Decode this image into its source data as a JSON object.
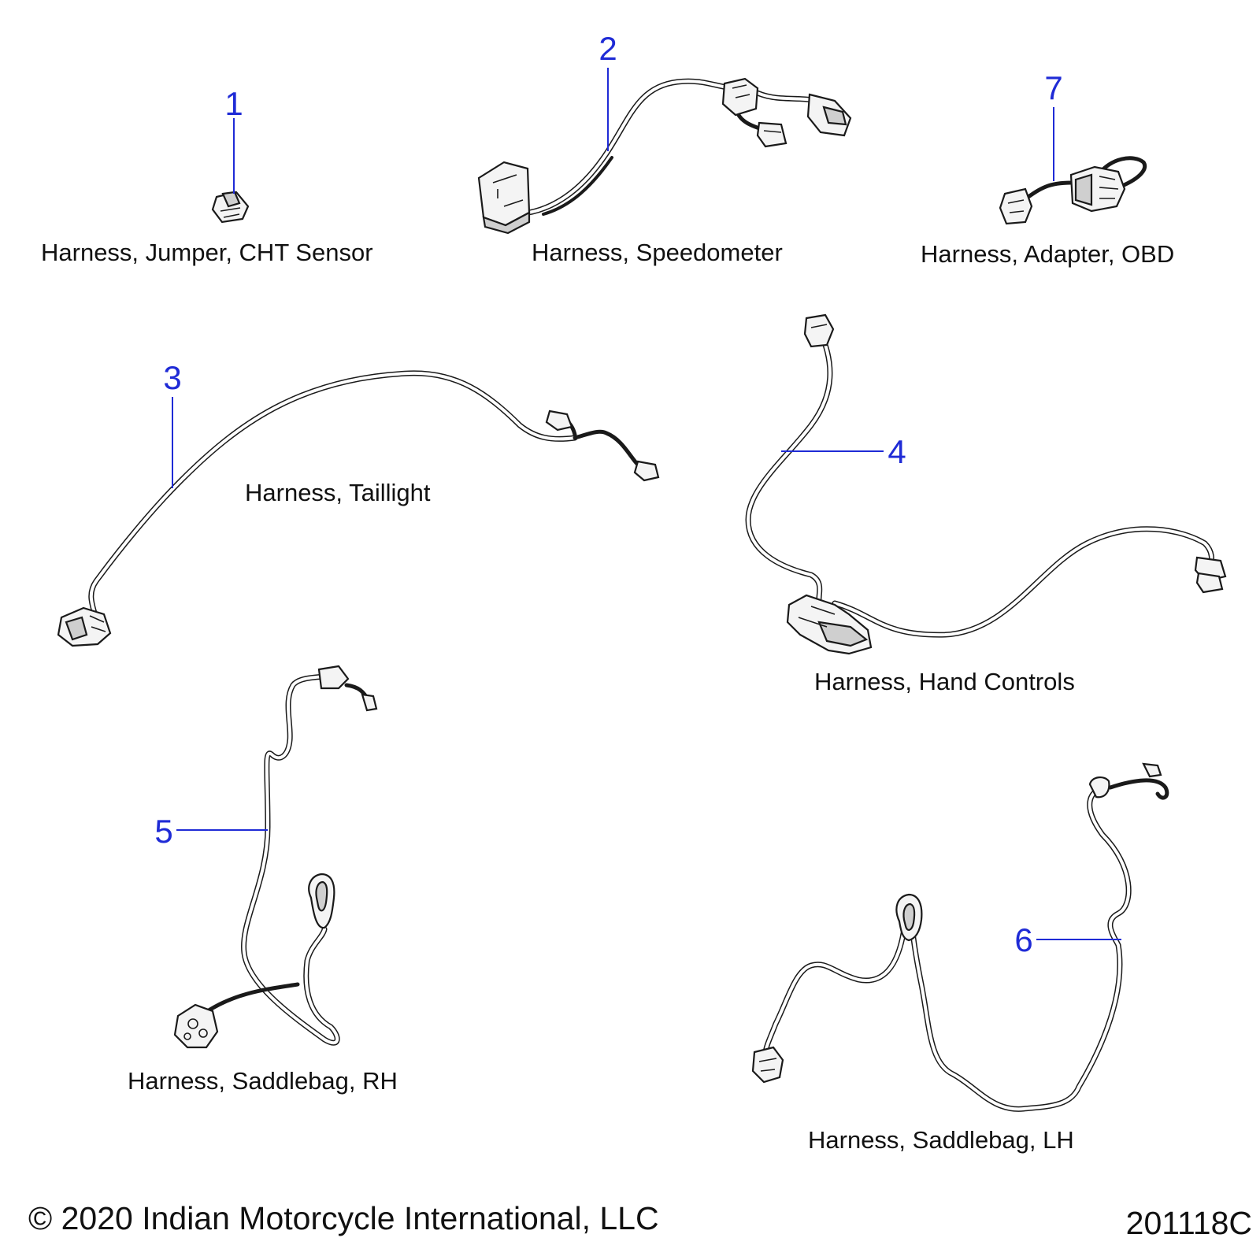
{
  "parts": [
    {
      "callout": "1",
      "label": "Harness, Jumper, CHT Sensor"
    },
    {
      "callout": "2",
      "label": "Harness, Speedometer"
    },
    {
      "callout": "7",
      "label": "Harness, Adapter, OBD"
    },
    {
      "callout": "3",
      "label": "Harness, Taillight"
    },
    {
      "callout": "4",
      "label": "Harness, Hand Controls"
    },
    {
      "callout": "5",
      "label": "Harness, Saddlebag, RH"
    },
    {
      "callout": "6",
      "label": "Harness, Saddlebag, LH"
    }
  ],
  "footer": {
    "copyright": "© 2020 Indian Motorcycle International, LLC",
    "drawing_number": "201118C"
  },
  "colors": {
    "callout": "#1f2bd6",
    "line_art": "#1a1a1a",
    "background": "#ffffff"
  }
}
